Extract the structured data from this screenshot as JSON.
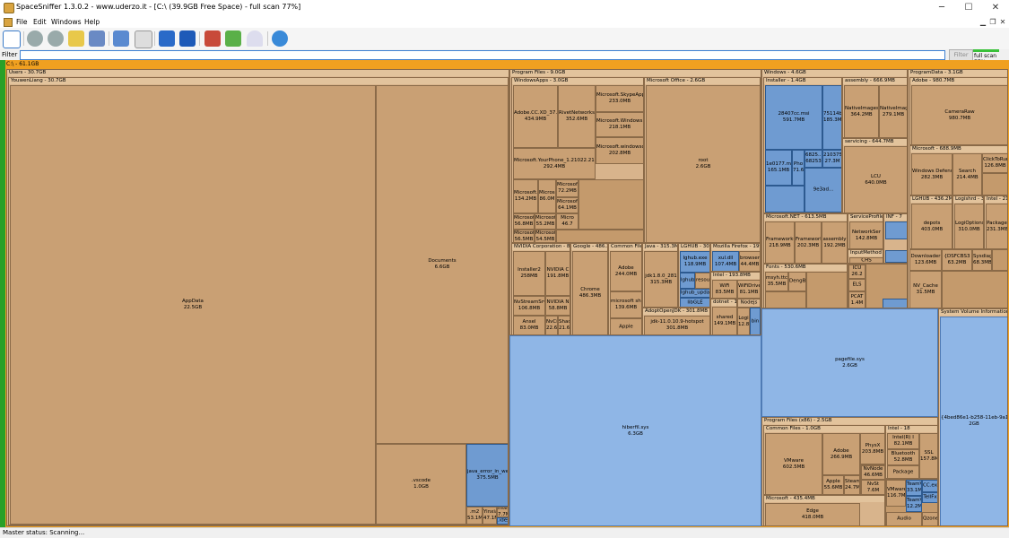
{
  "window": {
    "title": "SpaceSniffer 1.3.0.2 - www.uderzo.it - [C:\\ (39.9GB Free Space) - full scan 77%]",
    "minimize": "─",
    "maximize": "☐",
    "close": "✕"
  },
  "menu": {
    "file": "File",
    "edit": "Edit",
    "windows": "Windows",
    "help": "Help"
  },
  "filter": {
    "label": "Filter",
    "value": "",
    "button": "Filter",
    "scan_text": "full scan 77%",
    "scan_progress": 0.77
  },
  "map": {
    "root_label": "C:\\ - 61.1GB",
    "users": {
      "header": "Users - 30.7GB",
      "youwenliang": "YouwenLiang - 30.7GB",
      "appdata": "AppData\n22.5GB",
      "documents": "Documents\n6.6GB",
      "vscode": ".vscode\n1.0GB",
      "java_error": "java_error_in_web\n375.5MB",
      "m2": ".m2\n53.1MB",
      "yinxiang": "Yinxia\n47.1M",
      "intel": "Intel\n7.7M",
      "ides": ".ides"
    },
    "program_files": {
      "header": "Program Files - 9.0GB",
      "windowsapps": "WindowsApps - 3.0GB",
      "adobe_cc": "Adobe.CC.XD_37.1\n434.9MB",
      "rivet": "RivetNetworks...\n352.6MB",
      "skype": "Microsoft.SkypeApp_\n233.0MB",
      "ms_photos": "Microsoft.Windows.Ph\n218.1MB",
      "ms_windowscom": "Microsoft.windowscom\n202.8MB",
      "yourphone": "Microsoft.YourPhone_1.21022.215.0\n292.4MB",
      "ms_134": "Microsoft.\n134.2MB",
      "ms_86": "Microso\n86.0M",
      "ms_72": "Microsoft\n72.2MB",
      "ms_64": "Microsoft.L\n64.1MB",
      "ms_56": "Microsoft\n56.8MB",
      "ms_55": "Microsoft\n55.2MB",
      "ms_46": "Micro\n46.7",
      "ms_56b": "Microsoft\n56.5MB",
      "ms_54": "Microsoft\n54.5MB",
      "ms_office": "Microsoft Office - 2.6GB",
      "root": "root\n2.6GB",
      "nvidia_corp": "NVIDIA Corporation - 800",
      "installer2": "Installer2\n258MB",
      "nvidia_c": "NVIDIA C\n191.8MB",
      "nvstream": "NvStreamSrv\n106.8MB",
      "nvidia_n": "NVIDIA N\n58.8MB",
      "ansel": "Ansel\n83.0MB",
      "nvci": "NvCi\n22.6",
      "shad": "Shad\n21.6",
      "google": "Google - 486.3",
      "chrome": "Chrome\n486.3MB",
      "common_files": "Common Files",
      "adobe_cf": "Adobe\n244.0MB",
      "ms_shared": "microsoft shar\n139.6MB",
      "apple_cf": "Apple",
      "java": "Java - 315.3M",
      "jdk18": "jdk1.8.0_281\n315.3MB",
      "logihub": "LGHUB - 305.0",
      "lghub_exe": "lghub.exe\n118.9MB",
      "lghub_agent": "lghub_",
      "lghub_updater": "lghub_updat",
      "libgle": "libGLE",
      "resour": "resour",
      "mozilla": "Mozilla Firefox - 199.4",
      "xul": "xul.dll\n107.4MB",
      "browser": "browser\n44.4MB",
      "intel_pf": "Intel - 193.8MB",
      "wifi": "WiFi\n83.5MB",
      "wifidrive": "WiFiDrive\n81.1MB",
      "adoptopen": "AdoptOpenJDK - 301.8MB",
      "jdk11": "jdk-11.0.10.9-hotspot\n301.8MB",
      "dotnet": "dotnet - 14",
      "nodejs": "Nodejs",
      "shared": "shared\n149.1MB",
      "logi": "Logi\n12.8",
      "bin": "bin"
    },
    "hiberfil": "hiberfil.sys\n6.3GB",
    "windows": {
      "header": "Windows - 4.6GB",
      "installer": "Installer - 1.4GB",
      "msi_591": "28407cc.msi\n591.7MB",
      "msi_185": "75114b\n185.3M",
      "msi_165": "1e0177.msi\n165.1MB",
      "msi_71": "Pho\n71.6",
      "msi_682": "6825...\n68253",
      "msi_27": "210375\n27.3M",
      "msi_27b": "9e3ad...",
      "assembly": "assembly - 666.9MB",
      "nativeimg1": "NativeImages\n364.2MB",
      "nativeimg2": "NativeImag\n279.1MB",
      "servicing": "servicing - 644.7MB",
      "lcu": "LCU\n640.0MB",
      "ms_net": "Microsoft.NET - 613.5MB",
      "framework64": "Framework6\n218.9MB",
      "framework": "Framework\n202.3MB",
      "assembly2": "assembly\n192.2MB",
      "serviceprof": "ServiceProfiles -",
      "networkser": "NetworkSer\n142.8MB",
      "inf": "INF - 7",
      "fonts": "Fonts - 530.6MB",
      "msyh": "msyh.ttc\n35.5MB",
      "dengb": "DengB.tt",
      "inputmethod": "InputMethod - 93",
      "chs": "CHS",
      "icu": "ICU\n26.2",
      "els": "ELS",
      "pcat": "PCAT\n1.4M"
    },
    "programdata": {
      "header": "ProgramData - 3.1GB",
      "adobe_pd": "Adobe - 980.7MB",
      "cameraraw": "CameraRaw\n980.7MB",
      "ms_pd": "Microsoft - 688.9MB",
      "windows_defend": "Windows Defend\n282.3MB",
      "search": "Search\n214.4MB",
      "clicktorun": "ClickToRun\n126.8MB",
      "lghub_pd": "LGHUB - 436.2MB",
      "logishrd": "Logishrd - 31",
      "intel_pd": "Intel - 21",
      "depots": "depots\n403.0MB",
      "logioptions": "LogiOptions\n310.0MB",
      "package": "Package\n231.3MB",
      "downloader": "Downloader\n123.6MB",
      "dsfcbs": "{DSFCBS3\n63.2MB",
      "sysdiag": "Sysdiag\n68.3MB",
      "nv_cache": "NV_Cache\n31.5MB",
      "sysvolinfo": "System Volume Information -",
      "sysvol_guid": "{4bed86e1-b258-11eb-9a1e-bf\n2GB"
    },
    "pagefile": "pagefile.sys\n2.6GB",
    "pf86": {
      "header": "Program Files (x86) - 2.5GB",
      "common_files": "Common Files - 1.0GB",
      "vmware": "VMware\n602.5MB",
      "adobe": "Adobe\n266.9MB",
      "apple": "Apple\n55.6MB",
      "steam": "Steam\n24.7MB",
      "physx": "PhysX\n203.8MB",
      "intel18": "Intel - 18",
      "intel_k": "Intel(R) I\n82.1MB",
      "bluetooth": "Bluetooth\n52.8MB",
      "package": "Package",
      "ssl": "SSL\n157.8M",
      "nvnode": "NvNode\n46.6MB",
      "nvst": "NvSt\n7.6M",
      "vmware2": "VMware\n116.7MB",
      "teamv": "TeamV\n33.1MB",
      "teamv2": "TeamVi\n12.2MB",
      "cc": "CC.exe",
      "telltfx": "TellFx",
      "ms_pf86": "Microsoft - 435.4MB",
      "edge": "Edge\n418.0MB",
      "audio": "Audio",
      "qzone": "Qzone"
    }
  },
  "status": {
    "text": "Master status: Scanning..."
  }
}
